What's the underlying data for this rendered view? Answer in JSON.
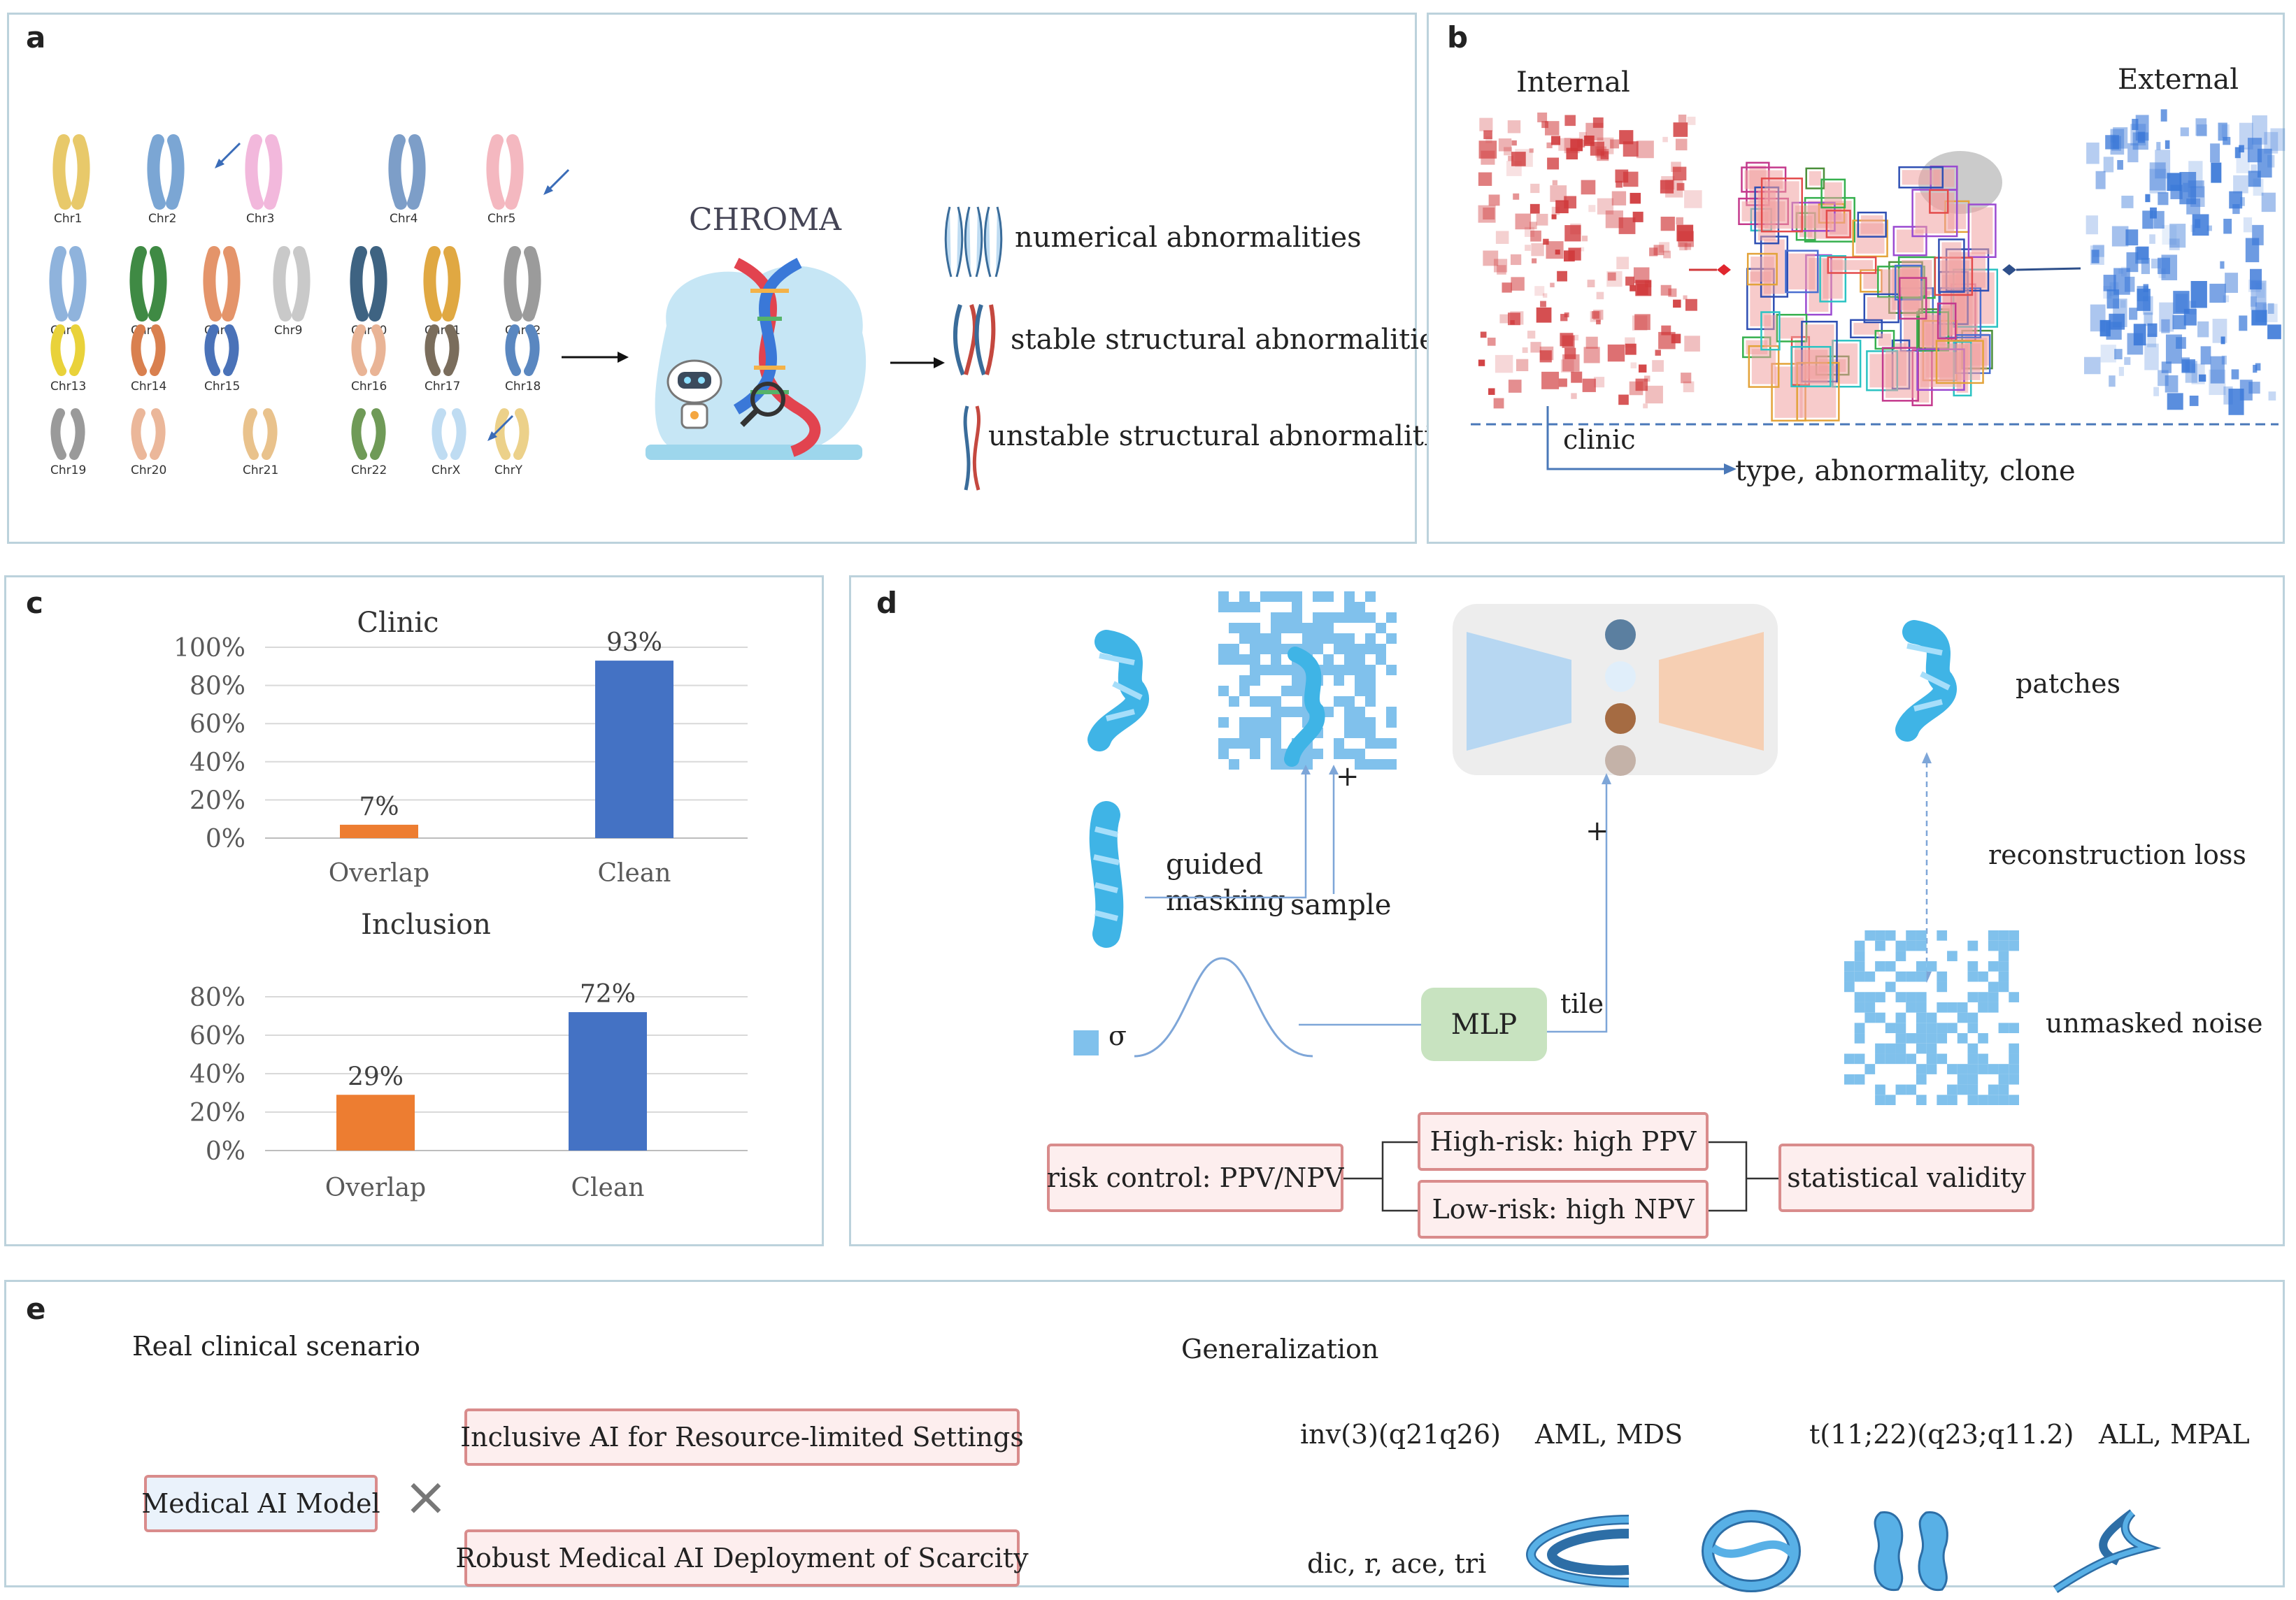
{
  "panel_a": {
    "label": "a",
    "chromosomes": [
      {
        "name": "Chr1",
        "color": "#e8c96a"
      },
      {
        "name": "Chr2",
        "color": "#7ba6d4"
      },
      {
        "name": "Chr3",
        "color": "#f2b8dc"
      },
      {
        "name": "Chr4",
        "color": "#7d9ec8"
      },
      {
        "name": "Chr5",
        "color": "#f4b8c0"
      },
      {
        "name": "Chr6",
        "color": "#8fb3dc"
      },
      {
        "name": "Chr7",
        "color": "#3f8a44"
      },
      {
        "name": "Chr8",
        "color": "#e4946a"
      },
      {
        "name": "Chr9",
        "color": "#c9c9c9"
      },
      {
        "name": "Chr10",
        "color": "#3e6382"
      },
      {
        "name": "Chr11",
        "color": "#e0a842"
      },
      {
        "name": "Chr12",
        "color": "#9b9b9b"
      },
      {
        "name": "Chr13",
        "color": "#e9d23a"
      },
      {
        "name": "Chr14",
        "color": "#d9804f"
      },
      {
        "name": "Chr15",
        "color": "#4a72b8"
      },
      {
        "name": "Chr16",
        "color": "#e9b496"
      },
      {
        "name": "Chr17",
        "color": "#7a6d5c"
      },
      {
        "name": "Chr18",
        "color": "#5a87c0"
      },
      {
        "name": "Chr19",
        "color": "#9a9a9a"
      },
      {
        "name": "Chr20",
        "color": "#ebb79a"
      },
      {
        "name": "Chr21",
        "color": "#e9c28c"
      },
      {
        "name": "Chr22",
        "color": "#6f9a57"
      },
      {
        "name": "ChrX",
        "color": "#bfdcf2"
      },
      {
        "name": "ChrY",
        "color": "#ecd18a"
      }
    ],
    "model_name": "CHROMA",
    "outputs": [
      "numerical abnormalities",
      "stable structural abnormalities",
      "unstable structural abnormalities"
    ]
  },
  "panel_b": {
    "label": "b",
    "internal": "Internal",
    "external": "External",
    "clinic": "clinic",
    "targets": "type, abnormality, clone",
    "colors": {
      "internal": "#d0393b",
      "external": "#3a78d8"
    }
  },
  "panel_c": {
    "label": "c",
    "chart_data": [
      {
        "type": "bar",
        "title": "Clinic",
        "categories": [
          "Overlap",
          "Clean"
        ],
        "values": [
          7,
          93
        ],
        "data_labels": [
          "7%",
          "93%"
        ],
        "colors": [
          "#ed7d31",
          "#4472c4"
        ],
        "ylim": [
          0,
          100
        ],
        "yticks": [
          "0%",
          "20%",
          "40%",
          "60%",
          "80%",
          "100%"
        ],
        "ytick_values": [
          0,
          20,
          40,
          60,
          80,
          100
        ],
        "grid": true
      },
      {
        "type": "bar",
        "title": "Inclusion",
        "categories": [
          "Overlap",
          "Clean"
        ],
        "values": [
          29,
          72
        ],
        "data_labels": [
          "29%",
          "72%"
        ],
        "colors": [
          "#ed7d31",
          "#4472c4"
        ],
        "ylim": [
          0,
          80
        ],
        "yticks": [
          "0%",
          "20%",
          "40%",
          "60%",
          "80%"
        ],
        "ytick_values": [
          0,
          20,
          40,
          60,
          80
        ],
        "grid": true
      }
    ]
  },
  "panel_d": {
    "label": "d",
    "patches": "patches",
    "guided": "guided",
    "masking": "masking",
    "sample": "sample",
    "plus": "+",
    "sigma": "σ",
    "mlp": "MLP",
    "tile": "tile",
    "recon_loss": "reconstruction loss",
    "unmasked_noise": "unmasked noise",
    "risk_control": "risk control: PPV/NPV",
    "high_risk": "High-risk: high PPV",
    "low_risk": "Low-risk: high NPV",
    "stat_validity": "statistical validity",
    "colors": {
      "mask": "#80c1ec",
      "encoder": "#b7d7f2",
      "decoder": "#f6cfb3",
      "mlp": "#c8e3c0"
    },
    "latent_colors": [
      "#5b7fa0",
      "#e0eefa",
      "#a56b42",
      "#c4b2a8"
    ]
  },
  "panel_e": {
    "label": "e",
    "scenario": "Real clinical scenario",
    "model_box": "Medical AI Model",
    "times": "×",
    "inclusive": "Inclusive AI for Resource-limited Settings",
    "robust": "Robust Medical AI Deployment of Scarcity",
    "generalization": "Generalization",
    "inv3": "inv(3)(q21q26)",
    "aml": "AML, MDS",
    "t1122": "t(11;22)(q23;q11.2)",
    "all": "ALL, MPAL",
    "dic": "dic, r, ace, tri"
  }
}
